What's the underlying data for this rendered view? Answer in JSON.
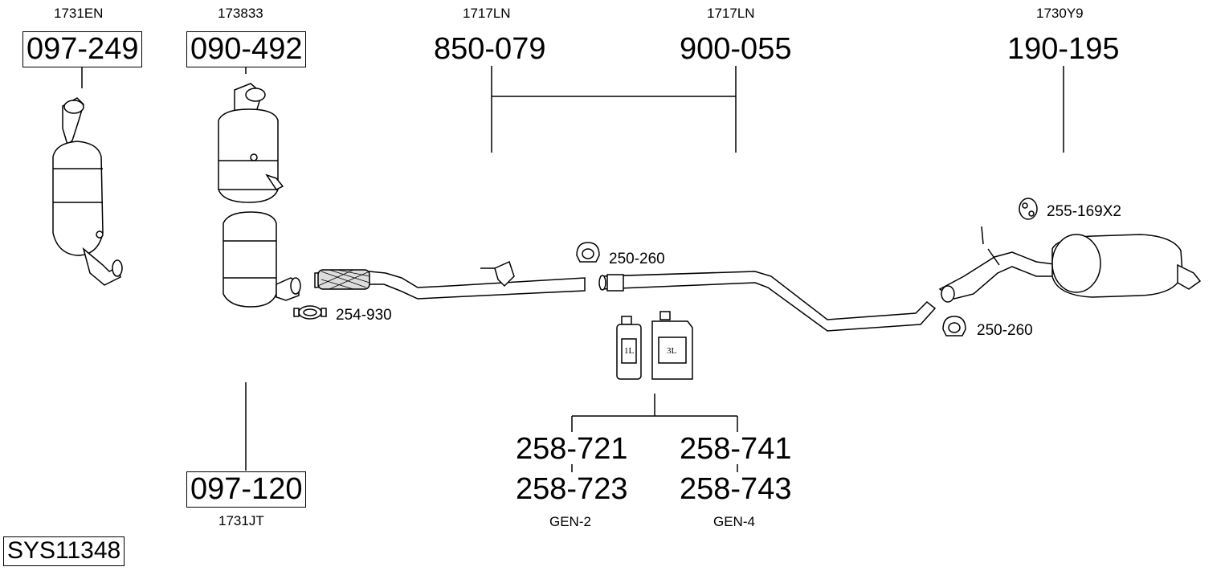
{
  "parts": {
    "p1": {
      "ref": "1731EN",
      "number": "097-249"
    },
    "p2": {
      "ref": "173833",
      "number": "090-492"
    },
    "p3": {
      "ref": "1717LN",
      "number": "850-079"
    },
    "p4": {
      "ref": "1717LN",
      "number": "900-055"
    },
    "p5": {
      "ref": "1730Y9",
      "number": "190-195"
    },
    "p6": {
      "ref": "1731JT",
      "number": "097-120"
    }
  },
  "accessories": {
    "clamp_left": "254-930",
    "clamp_mid": "250-260",
    "clamp_right": "250-260",
    "hanger": "255-169X2"
  },
  "paste": {
    "gen2_a": "258-721",
    "gen2_b": "258-723",
    "gen2_label": "GEN-2",
    "gen4_a": "258-741",
    "gen4_b": "258-743",
    "gen4_label": "GEN-4",
    "can_small": "1L",
    "can_large": "3L"
  },
  "system_id": "SYS11348"
}
